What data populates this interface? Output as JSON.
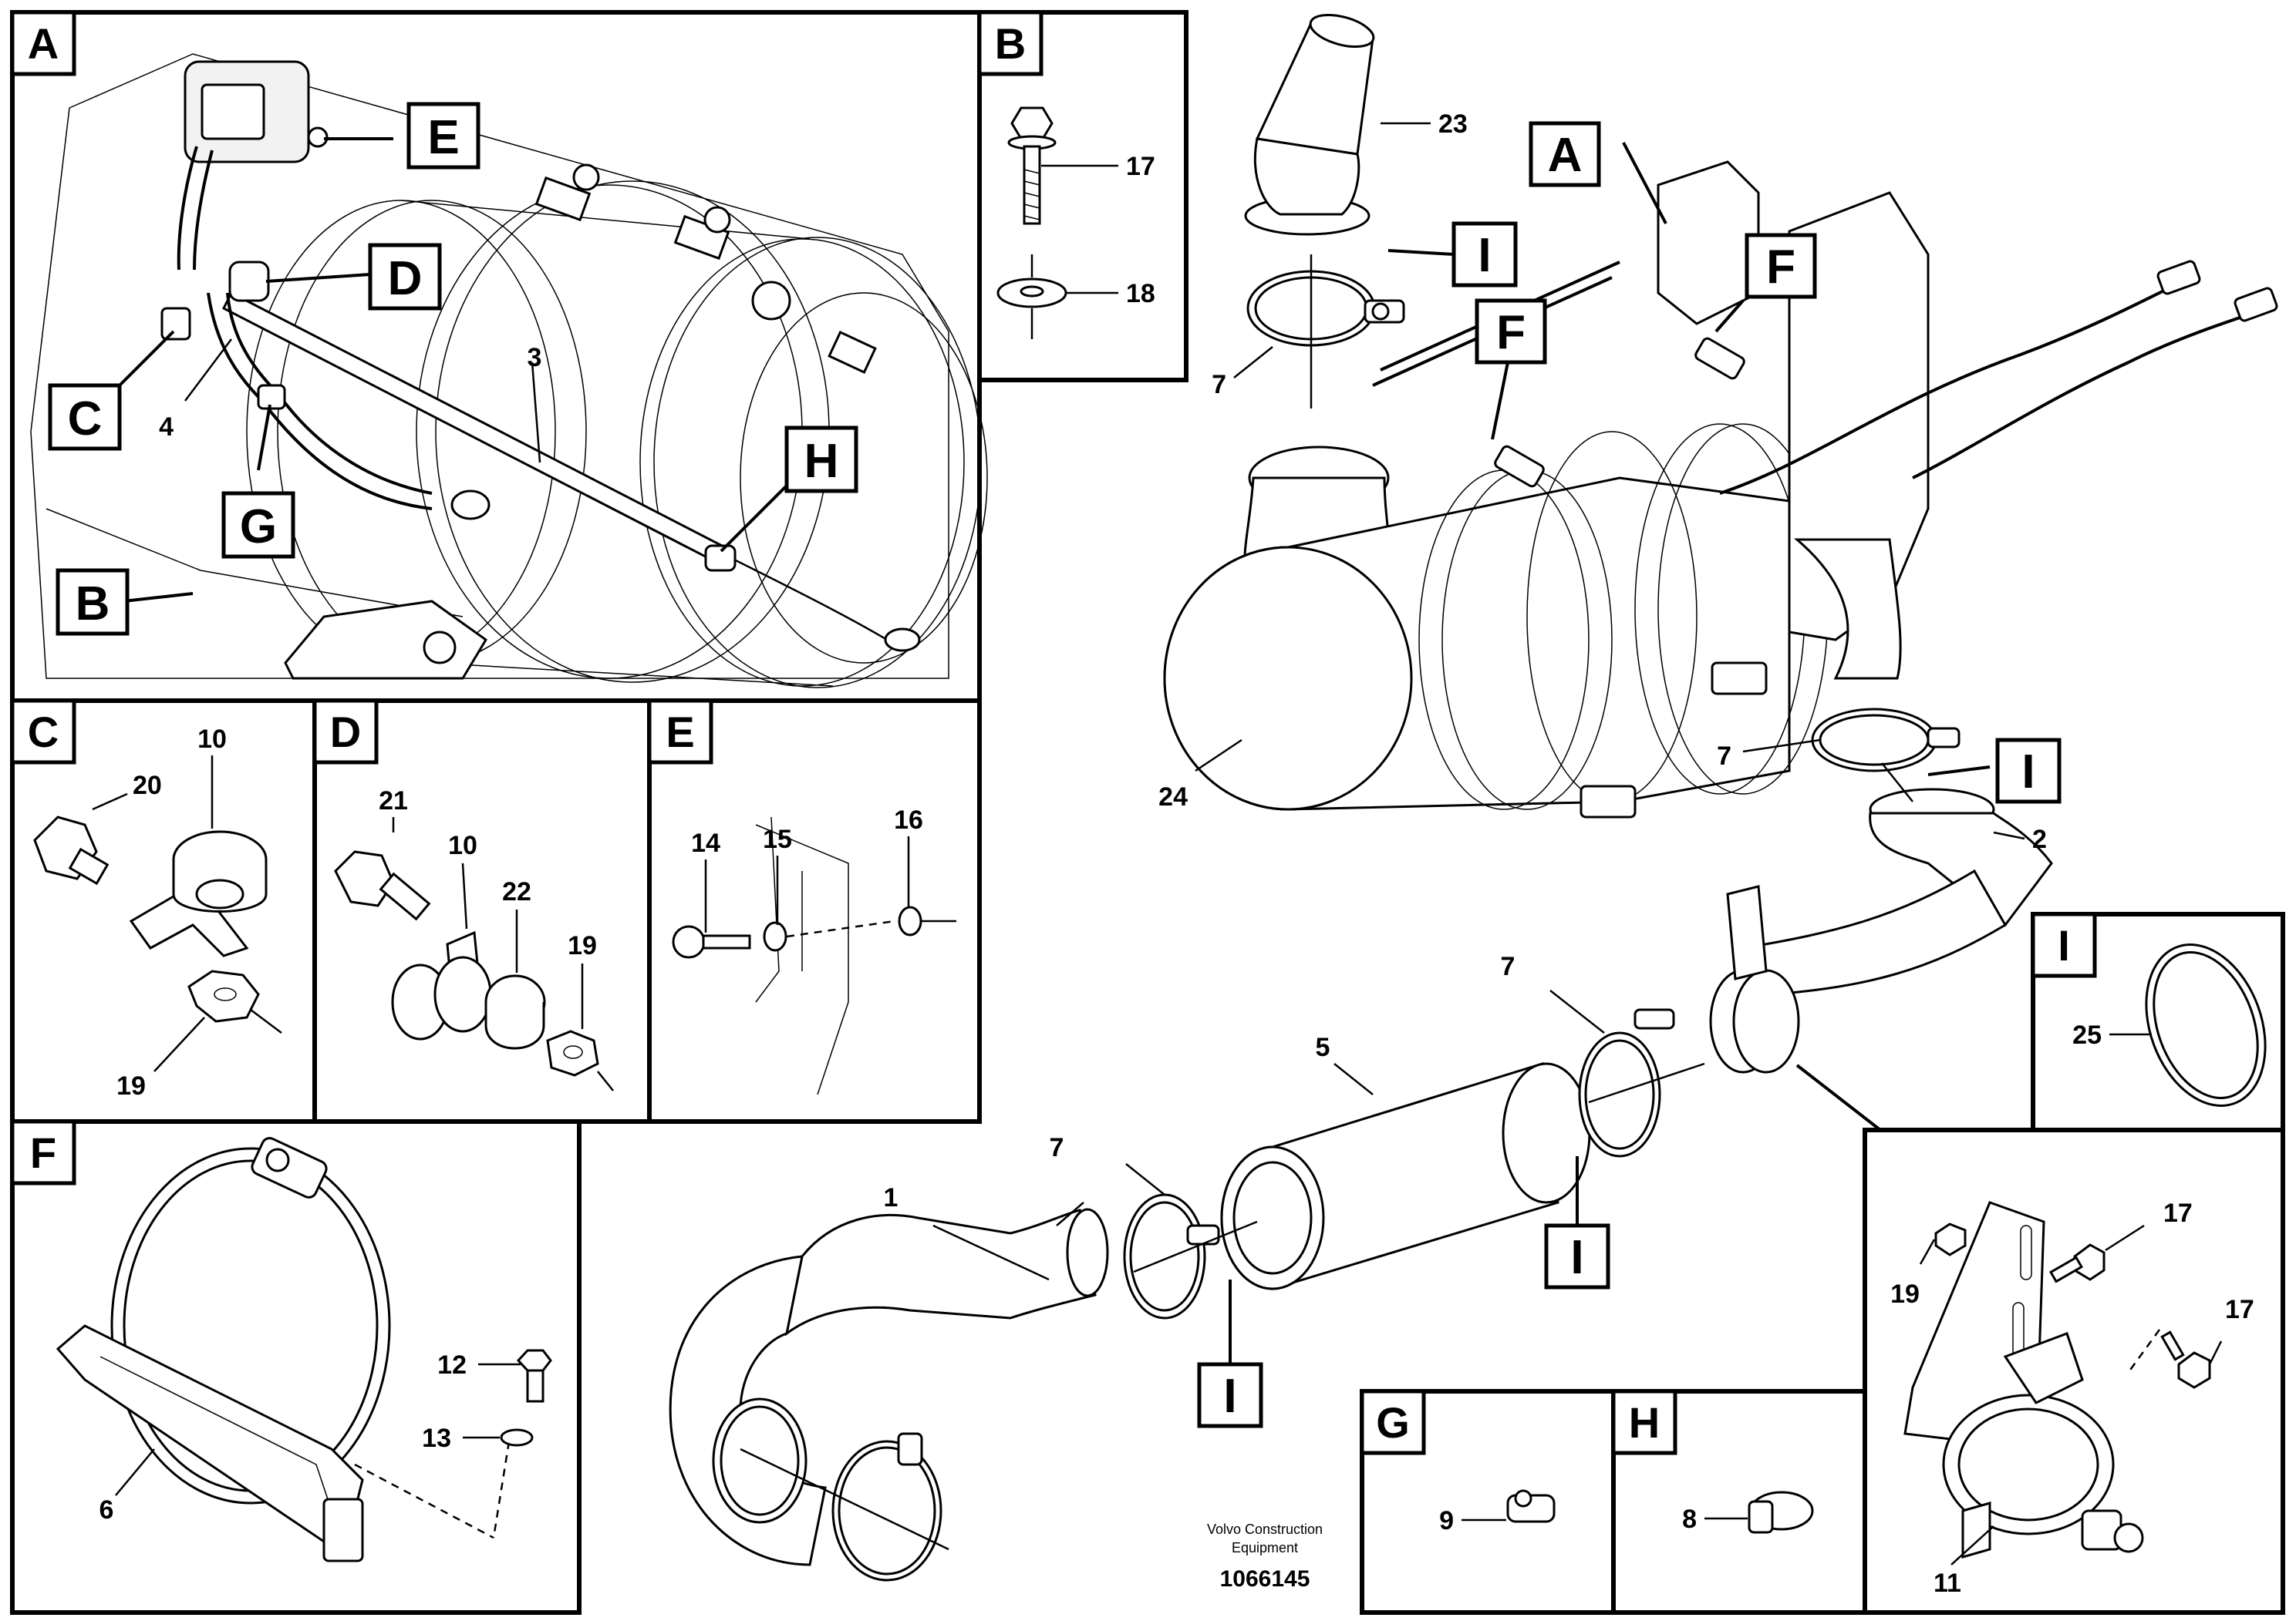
{
  "diagram": {
    "panels": {
      "A": "A",
      "B": "B",
      "C": "C",
      "D": "D",
      "E": "E",
      "F": "F",
      "G": "G",
      "H": "H",
      "I": "I"
    },
    "callout_tags": {
      "A": "A",
      "B": "B",
      "C": "C",
      "D": "D",
      "E": "E",
      "F": "F",
      "G": "G",
      "H": "H",
      "I": "I"
    },
    "part_numbers": {
      "p1": "1",
      "p2": "2",
      "p3": "3",
      "p4": "4",
      "p5": "5",
      "p6": "6",
      "p7": "7",
      "p8": "8",
      "p9": "9",
      "p10": "10",
      "p11": "11",
      "p12": "12",
      "p13": "13",
      "p14": "14",
      "p15": "15",
      "p16": "16",
      "p17": "17",
      "p18": "18",
      "p19": "19",
      "p20": "20",
      "p21": "21",
      "p22": "22",
      "p23": "23",
      "p24": "24",
      "p25": "25"
    },
    "footer": {
      "brand_line1": "Volvo Construction",
      "brand_line2": "Equipment",
      "doc_number": "1066145"
    }
  }
}
